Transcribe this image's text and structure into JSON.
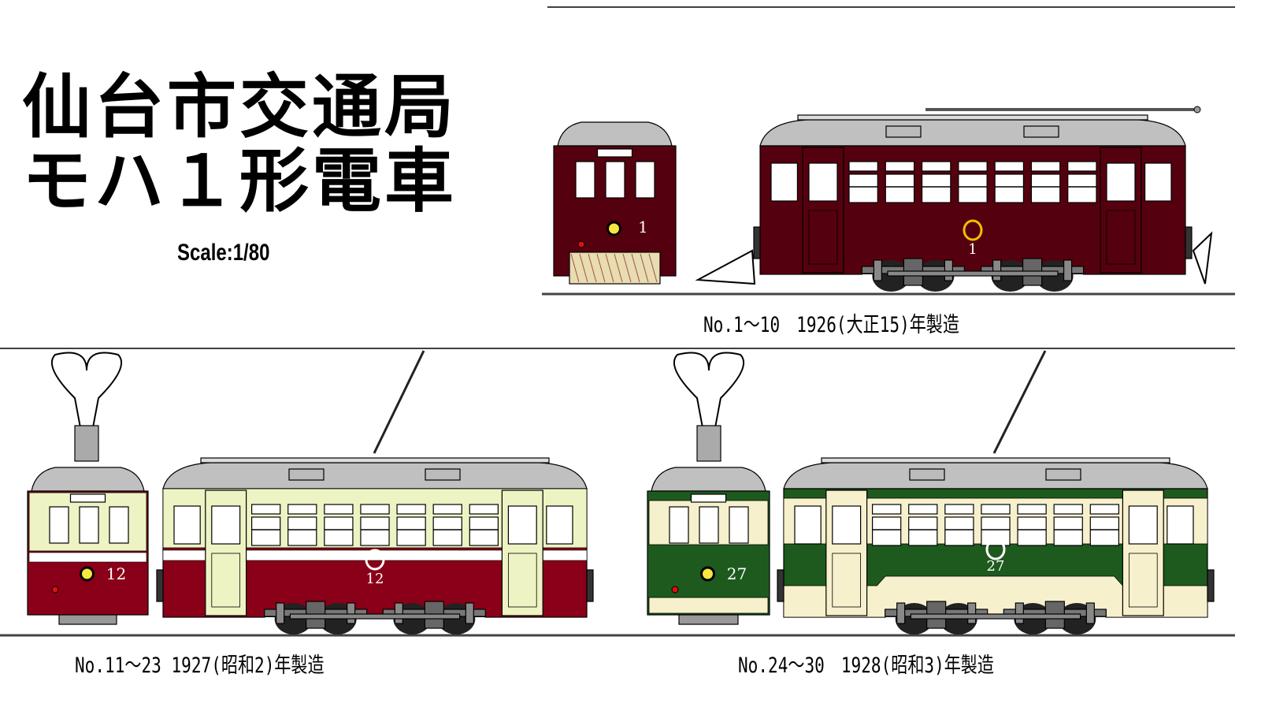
{
  "title": {
    "line1": "仙台市交通局",
    "line2": "モハ１形電車"
  },
  "scale": "Scale:1/80",
  "variants": [
    {
      "caption": "No.1〜10　1926(大正15)年製造",
      "number": "1",
      "colors": {
        "body": "#55000f",
        "upper": "#55000f",
        "door": "#55000f",
        "stripe": null,
        "skirt": null,
        "emblem": "#f0c000",
        "roof": "#c0c0c0",
        "number": "#ffffff"
      }
    },
    {
      "caption": "No.11〜23 1927(昭和2)年製造",
      "number": "12",
      "colors": {
        "body": "#8a0018",
        "upper": "#eef3c4",
        "door": "#eef3c4",
        "stripe": "#ffffff",
        "skirt": null,
        "emblem": "#ffffff",
        "roof": "#c0c0c0",
        "number": "#ffffff"
      }
    },
    {
      "caption": "No.24〜30　1928(昭和3)年製造",
      "number": "27",
      "colors": {
        "body": "#1e5a1e",
        "upper": "#f6f0cc",
        "door": "#f6f0cc",
        "stripe": null,
        "skirt": "#f6f0cc",
        "emblem": "#ffffff",
        "roof": "#c0c0c0",
        "number": "#ffffff"
      }
    }
  ]
}
